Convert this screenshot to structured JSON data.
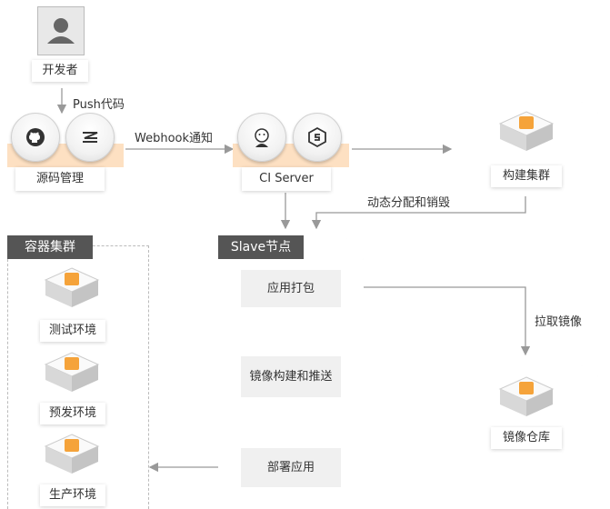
{
  "developer": {
    "label": "开发者"
  },
  "push": {
    "label": "Push代码"
  },
  "source": {
    "label": "源码管理"
  },
  "webhook": {
    "label": "Webhook通知"
  },
  "ci": {
    "label": "CI Server"
  },
  "build_cluster": {
    "label": "构建集群"
  },
  "dynamic": {
    "label": "动态分配和销毁"
  },
  "container_cluster": {
    "title": "容器集群",
    "envs": [
      "测试环境",
      "预发环境",
      "生产环境"
    ]
  },
  "slave": {
    "title": "Slave节点",
    "steps": [
      "应用打包",
      "镜像构建和推送",
      "部署应用"
    ]
  },
  "pull": {
    "label": "拉取镜像"
  },
  "registry": {
    "label": "镜像仓库"
  },
  "colors": {
    "accent": "#f5a33a",
    "arrow": "#999999",
    "header": "#555555"
  }
}
